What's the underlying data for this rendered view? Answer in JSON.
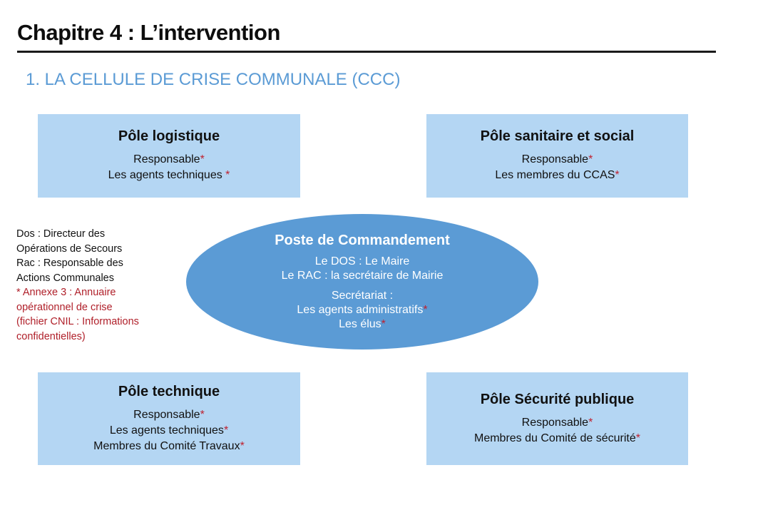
{
  "header": {
    "chapter_title": "Chapitre 4 : L’intervention",
    "section_title": "1. LA CELLULE DE CRISE COMMUNALE (CCC)"
  },
  "colors": {
    "accent_blue": "#5b9bd5",
    "box_light_blue": "#b4d6f3",
    "asterisk_red": "#c0212f"
  },
  "poles": {
    "logistique": {
      "title": "Pôle logistique",
      "lines": [
        "Responsable",
        "Les agents techniques "
      ],
      "star": "*"
    },
    "sanitaire": {
      "title": "Pôle sanitaire et social",
      "lines": [
        "Responsable",
        "Les membres du CCAS"
      ],
      "star": "*"
    },
    "technique": {
      "title": "Pôle technique",
      "lines": [
        "Responsable",
        "Les agents techniques",
        "Membres du Comité Travaux"
      ],
      "star": "*"
    },
    "securite": {
      "title": "Pôle Sécurité publique",
      "lines": [
        "Responsable",
        "Membres du Comité de sécurité"
      ],
      "star": "*"
    }
  },
  "poste_commandement": {
    "title": "Poste de Commandement",
    "line1": "Le DOS : Le Maire",
    "line2": "Le RAC : la secrétaire de Mairie",
    "line3": "Secrétariat :",
    "line4": "Les agents administratifs",
    "line5": "Les élus",
    "star": "*"
  },
  "legend": {
    "black_lines": [
      "Dos : Directeur des",
      "Opérations de Secours",
      "Rac : Responsable des",
      "Actions Communales"
    ],
    "red_lines": [
      "* Annexe 3 : Annuaire",
      "opérationnel de crise",
      "(fichier CNIL : Informations",
      "confidentielles)"
    ]
  }
}
